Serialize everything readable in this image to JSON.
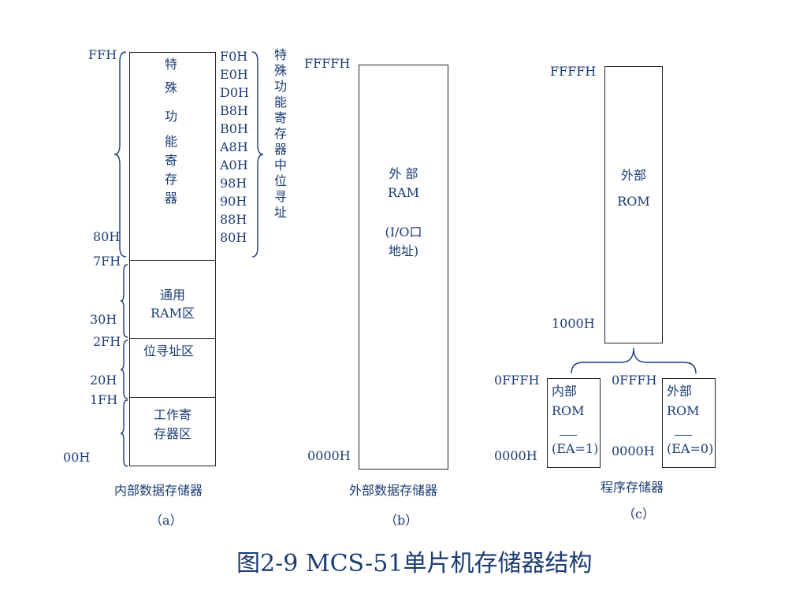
{
  "colors": {
    "text": "#1b3c74",
    "line": "#222222"
  },
  "internal": {
    "addr_ffh": "FFH",
    "addr_80h": "80H",
    "addr_7fh": "7FH",
    "addr_30h": "30H",
    "addr_2fh": "2FH",
    "addr_20h": "20H",
    "addr_1fh": "1FH",
    "addr_00h": "00H",
    "sfr_chars": [
      "特",
      "殊",
      "功",
      "能",
      "寄",
      "存",
      "器"
    ],
    "general_ram_line1": "通用",
    "general_ram_line2": "RAM区",
    "bit_area": "位寻址区",
    "work_reg_line1": "工作寄",
    "work_reg_line2": "存器区",
    "bit_addresses": [
      "F0H",
      "E0H",
      "D0H",
      "B8H",
      "B0H",
      "A8H",
      "A0H",
      "98H",
      "90H",
      "88H",
      "80H"
    ],
    "bit_addr_label": "特殊功能寄存器中位寻址",
    "caption": "内部数据存储器",
    "sub": "（a）"
  },
  "external_data": {
    "addr_top": "FFFFH",
    "addr_bottom": "0000H",
    "line1": "外 部",
    "line2": "RAM",
    "line3": "(I/O口",
    "line4": "地址)",
    "caption": "外部数据存储器",
    "sub": "（b）"
  },
  "program": {
    "addr_top": "FFFFH",
    "addr_1000h": "1000H",
    "ext_line1": "外部",
    "ext_line2": "ROM",
    "left_addr_top": "0FFFH",
    "left_addr_top_full": "0FFFH",
    "left_addr_bottom": "0000H",
    "int_line1": "内部",
    "int_line2": "ROM",
    "int_cond": "(EA=1)",
    "right_addr_top": "0FFFH",
    "right_addr_bottom": "0000H",
    "ext2_line1": "外部",
    "ext2_line2": "ROM",
    "ext2_cond": "(EA=0)",
    "caption": "程序存储器",
    "sub": "（c）"
  },
  "title": "图2-9  MCS-51单片机存储器结构"
}
